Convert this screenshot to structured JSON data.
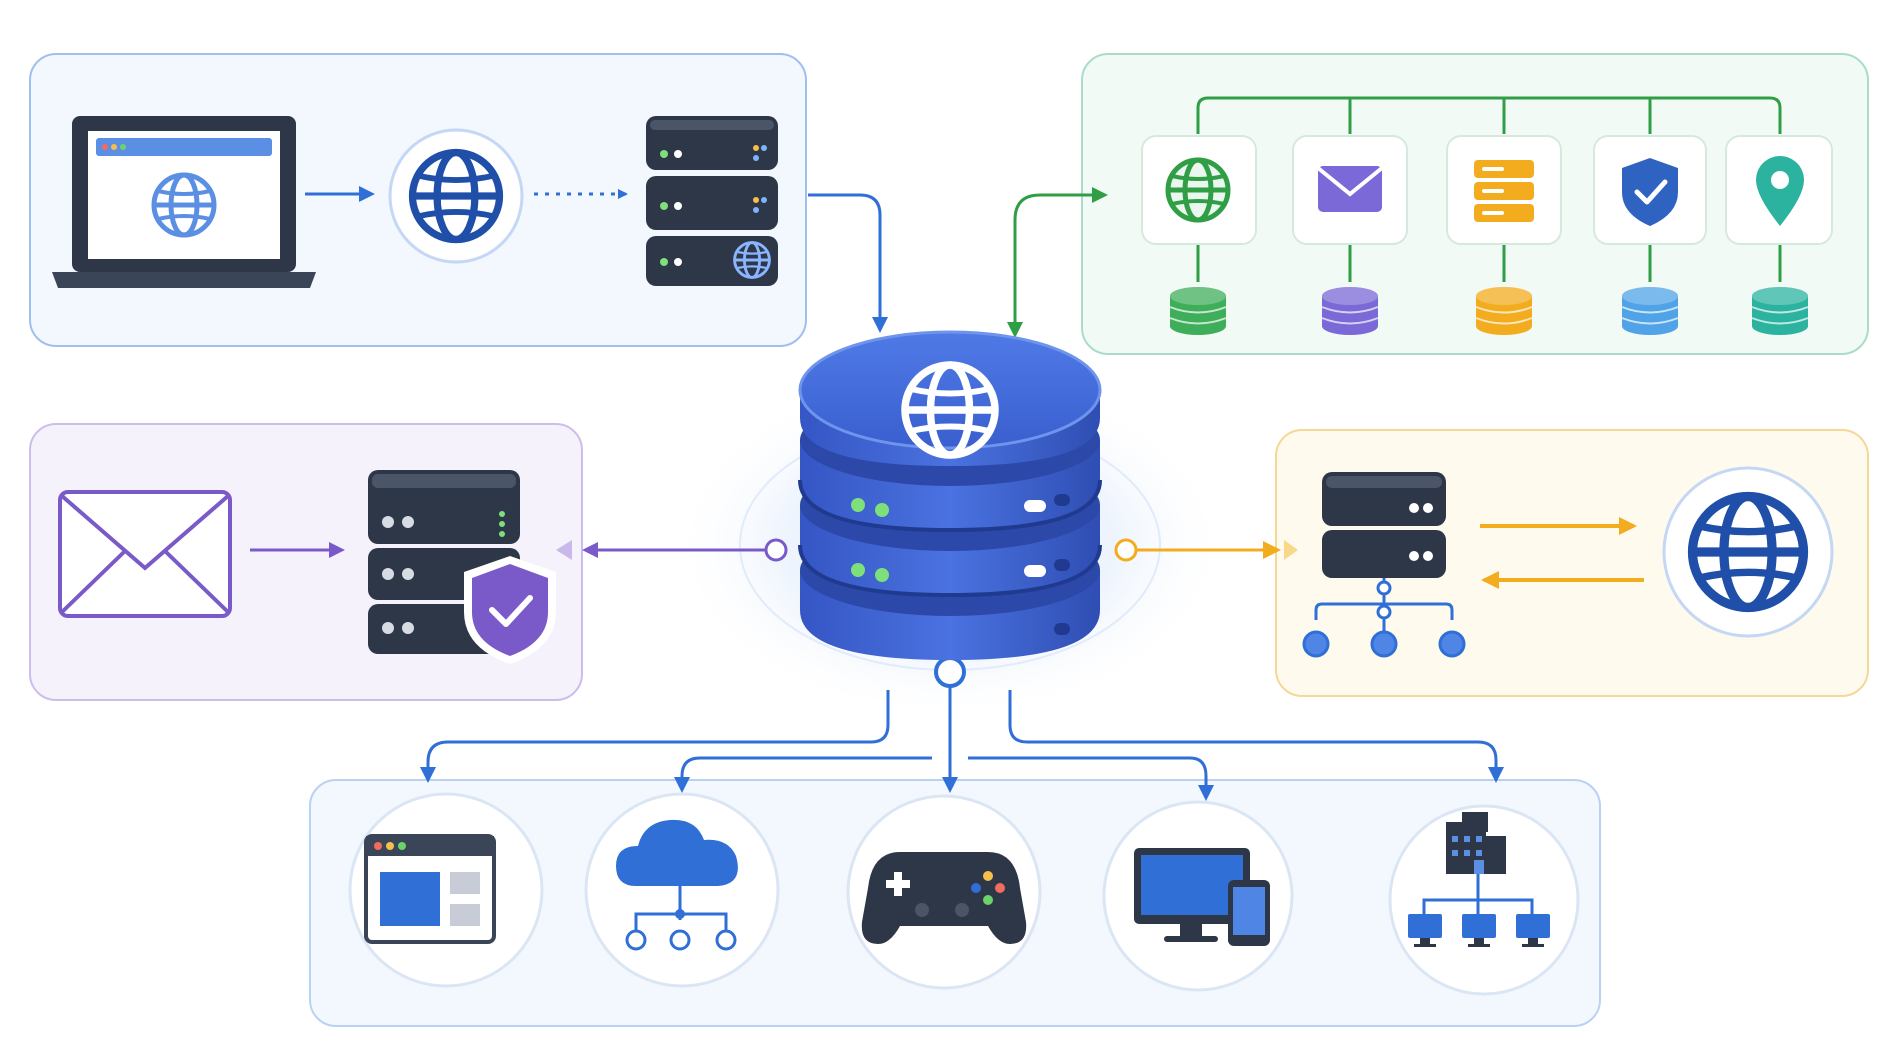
{
  "diagram": {
    "colors": {
      "blue": "#2f6fd6",
      "blue_dark": "#1f4fa8",
      "navy": "#2d3748",
      "green": "#2f9e44",
      "purple": "#7a5ac8",
      "orange": "#f2ac1e",
      "teal": "#2bb3a0",
      "light_blue": "#4fa3e6"
    },
    "central_node": {
      "icon": "globe-icon",
      "kind": "database-stack"
    },
    "panels": [
      {
        "id": "top-left",
        "color": "blue",
        "items": [
          "laptop-browser-icon",
          "globe-icon",
          "server-rack-icon"
        ]
      },
      {
        "id": "top-right",
        "color": "green",
        "items": [
          "globe-icon",
          "mail-icon",
          "server-icon",
          "shield-check-icon",
          "location-pin-icon"
        ]
      },
      {
        "id": "middle-left",
        "color": "purple",
        "items": [
          "envelope-icon",
          "secure-server-icon"
        ]
      },
      {
        "id": "middle-right",
        "color": "orange",
        "items": [
          "network-server-icon",
          "globe-icon"
        ]
      },
      {
        "id": "bottom",
        "color": "blue",
        "items": [
          "browser-window-icon",
          "cloud-network-icon",
          "gamepad-icon",
          "desktop-mobile-icon",
          "building-network-icon"
        ]
      }
    ]
  }
}
